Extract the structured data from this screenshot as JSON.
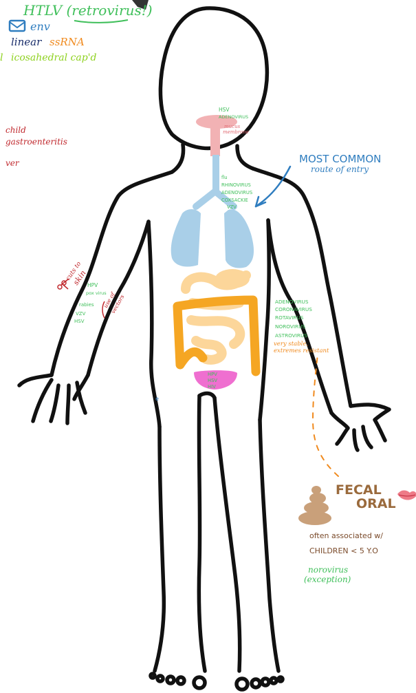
{
  "colors": {
    "green": "#3fbf5a",
    "blue": "#2f7dbf",
    "orange": "#f08a1e",
    "yellow_green": "#8ed11f",
    "red": "#c0282d",
    "body_outline": "#111111",
    "lungs": "#a9cfe8",
    "throat": "#f2b2b4",
    "intestine_small": "#fcd69a",
    "intestine_large": "#f5a623",
    "bladder": "#ef6fd0",
    "poop": "#c9a07a",
    "lips": "#ee7b87",
    "fecal_brown": "#9a6a3c"
  },
  "icons": [
    "envelope-icon",
    "poop-icon",
    "lips-icon",
    "scissors-icon"
  ],
  "top_left": {
    "htlv": "HTLV (retrovirus!)",
    "env": "env",
    "linear": "linear",
    "ssrna": "ssRNA",
    "capsid": "icosahedral cap'd"
  },
  "left_side": {
    "child": "child",
    "gastro": "gastroenteritis",
    "ver": "ver"
  },
  "head_labels": {
    "hsv": "HSV",
    "adenovirus": "ADENOVIRUS",
    "mucous1": "mucus",
    "mucous2": "membrane"
  },
  "resp_labels": [
    "flu",
    "RHINOVIRUS",
    "ADENOVIRUS",
    "COXSACKIE",
    "VZV"
  ],
  "most_common": {
    "title": "MOST COMMON",
    "sub": "route of entry"
  },
  "skin": {
    "cuts": "cuts to",
    "skin": "skin",
    "hpv": "HPV",
    "poxvirus": "pox virus",
    "rabies": "rabies",
    "vzv": "VZV",
    "hsv": "HSV",
    "vectors1": "use of",
    "vectors2": "vectors"
  },
  "gi_labels": [
    "ADENOVIRUS",
    "CORONAVIRUS",
    "ROTAVIRUS",
    "NOROVIRUS",
    "ASTROVIRUS"
  ],
  "stable": {
    "line1": "very stable,",
    "line2": "extremes resistant"
  },
  "bladder_labels": [
    "HPV",
    "HSV",
    "HIV"
  ],
  "stray": "e",
  "fecal": {
    "word1": "FECAL",
    "word2": "ORAL",
    "note1": "often associated w/",
    "note2": "CHILDREN < 5 Y.O",
    "noro1": "norovirus",
    "noro2": "(exception)"
  }
}
